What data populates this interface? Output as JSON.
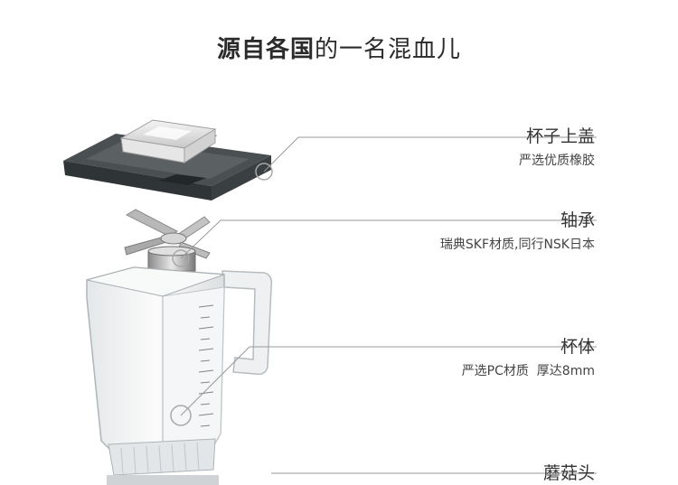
{
  "title": {
    "bold": "源自各国",
    "rest": "的一名混血儿"
  },
  "callouts": [
    {
      "name": "杯子上盖",
      "desc": "严选优质橡胶"
    },
    {
      "name": "轴承",
      "desc": "瑞典SKF材质,同行NSK日本"
    },
    {
      "name": "杯体",
      "desc": "严选PC材质  厚达8mm"
    },
    {
      "name": "蘑菇头",
      "desc": ""
    }
  ],
  "colors": {
    "line": "#9a9a9a",
    "lid": "#3d4244",
    "text": "#333333"
  }
}
